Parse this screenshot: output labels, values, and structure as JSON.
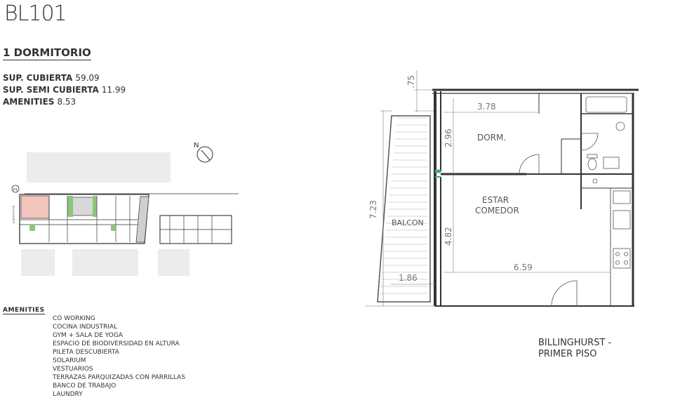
{
  "unit": {
    "code": "BL101",
    "type": "1 DORMITORIO"
  },
  "areas": [
    {
      "label": "SUP. CUBIERTA",
      "value": "59.09"
    },
    {
      "label": "SUP. SEMI CUBIERTA",
      "value": "11.99"
    },
    {
      "label": "AMENITIES",
      "value": "8.53"
    }
  ],
  "site_plan": {
    "north": "N",
    "unit_marker": "P1",
    "street": "BILLINGHURST"
  },
  "amenities": {
    "heading": "AMENITIES",
    "items": [
      "CO WORKING",
      "COCINA INDUSTRIAL",
      "GYM + SALA DE YOGA",
      "ESPACIO DE BIODIVERSIDAD EN ALTURA",
      "PILETA DESCUBIERTA",
      "SOLARIUM",
      "VESTUARIOS",
      "TERRAZAS PARQUIZADAS CON PARRILLAS",
      "BANCO DE TRABAJO",
      "LAUNDRY"
    ]
  },
  "floor_plan": {
    "rooms": {
      "bedroom": "DORM.",
      "living_1": "ESTAR",
      "living_2": "COMEDOR",
      "balcony": "BALCON"
    },
    "dimensions": {
      "top_offset": ".75",
      "dorm_width": "3.78",
      "dorm_depth": "2.96",
      "total_depth": "7.23",
      "living_depth": "4.82",
      "living_width": "6.59",
      "balcony_width": "1.86"
    }
  },
  "location": {
    "line1": "BILLINGHURST -",
    "line2": "PRIMER PISO"
  },
  "colors": {
    "highlight_unit": "#f2c4bc",
    "green_space": "#8cc67a",
    "block_fill": "#ececec",
    "line": "#333333"
  }
}
